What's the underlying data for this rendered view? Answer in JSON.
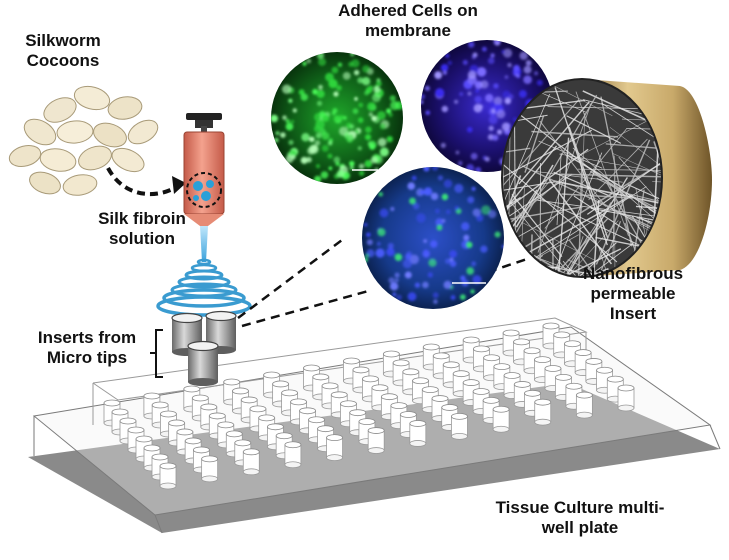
{
  "labels": {
    "silkworm": "Silkworm\nCocoons",
    "fibroin": "Silk fibroin\nsolution",
    "adhered": "Adhered Cells on\nmembrane",
    "nanofibrous": "Nanofibrous\npermeable\nInsert",
    "inserts": "Inserts from\nMicro tips",
    "plate": "Tissue Culture multi-\nwell plate"
  },
  "plate_grid": {
    "rows": 8,
    "columns": 12
  },
  "colors": {
    "plate_base": "#8a8a8a",
    "green_stain": "#1fa82a",
    "blue_stain": "#2a1aa8",
    "insert_gold": "#c8a96a",
    "syringe": "#e9806a",
    "droplet": "#2aa0d8"
  }
}
